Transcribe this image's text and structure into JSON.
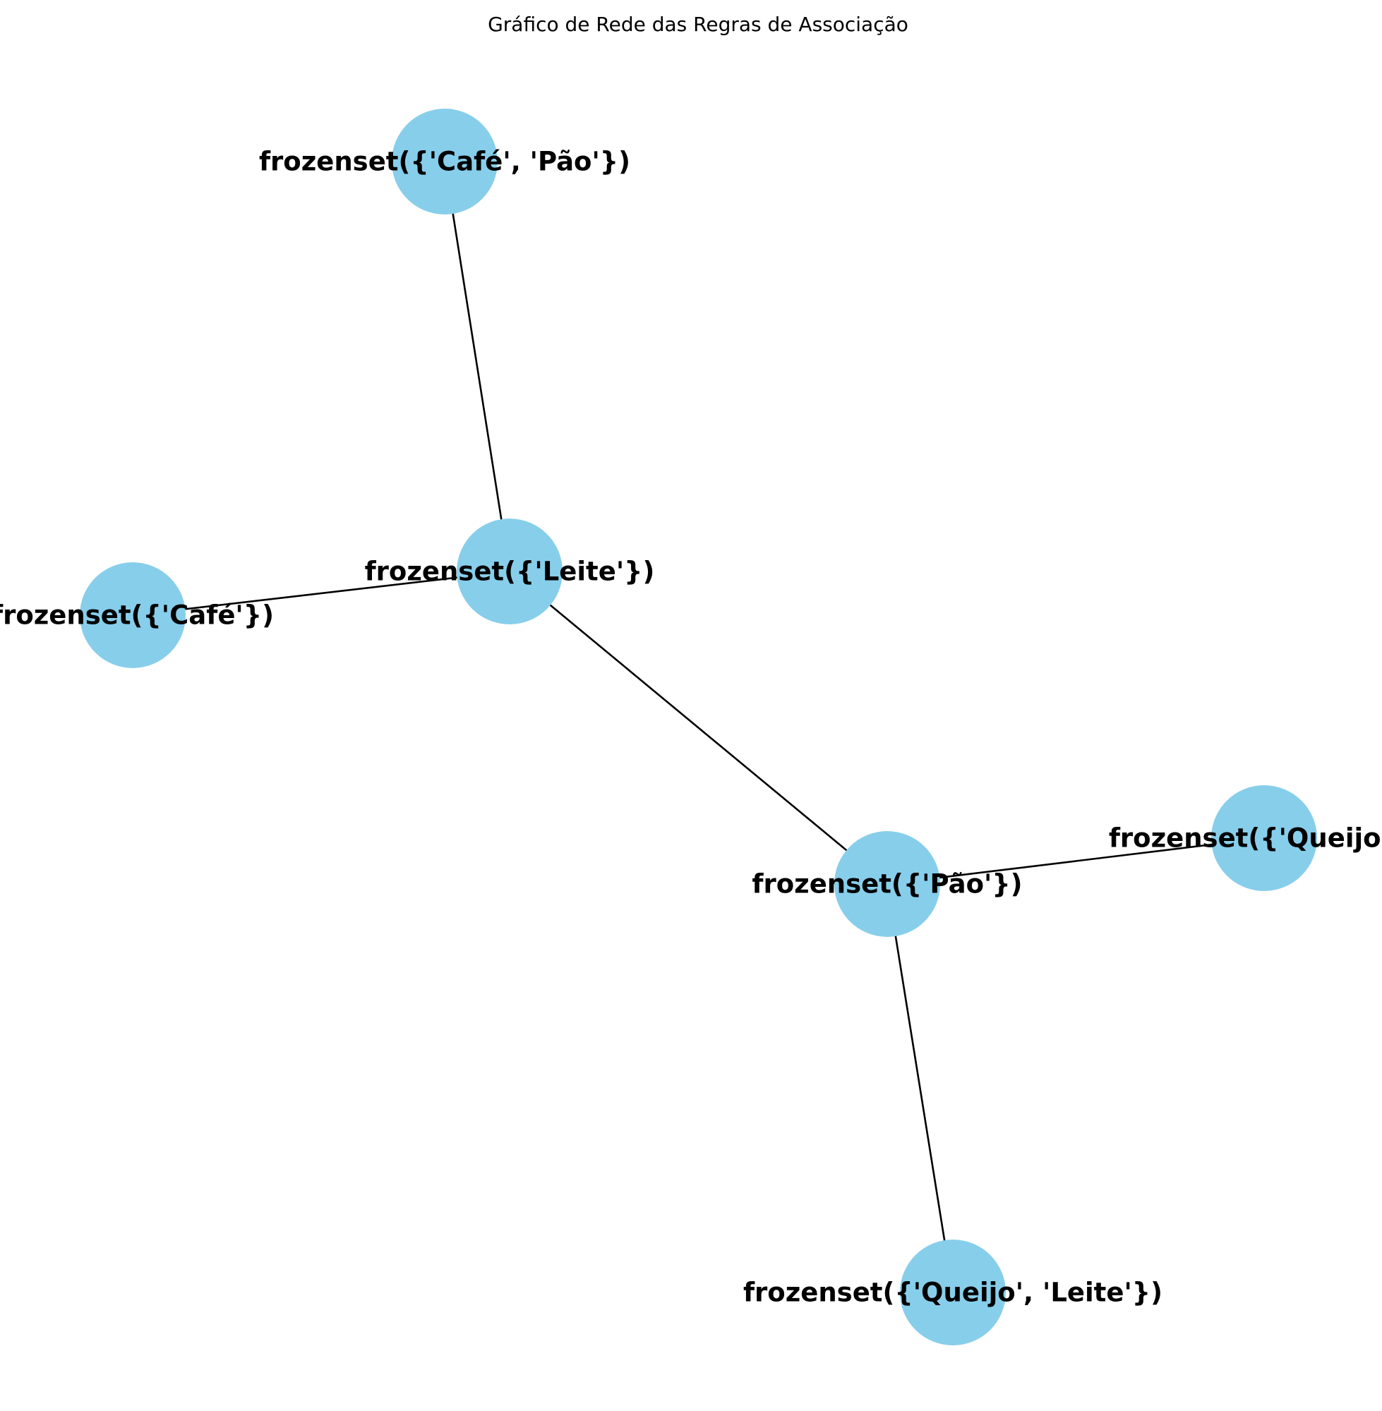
{
  "title": "Gráfico de Rede das Regras de Associação",
  "colors": {
    "node_fill": "#87CEEB",
    "edge_stroke": "#000000",
    "label_text": "#000000"
  },
  "graph": {
    "nodes": [
      {
        "id": "cafe-pao",
        "label": "frozenset({'Café', 'Pão'})"
      },
      {
        "id": "leite",
        "label": "frozenset({'Leite'})"
      },
      {
        "id": "cafe",
        "label": "frozenset({'Café'})"
      },
      {
        "id": "pao",
        "label": "frozenset({'Pão'})"
      },
      {
        "id": "queijo",
        "label": "frozenset({'Queijo'})"
      },
      {
        "id": "queijo-leite",
        "label": "frozenset({'Queijo', 'Leite'})"
      }
    ],
    "edges": [
      {
        "source": "cafe-pao",
        "target": "leite"
      },
      {
        "source": "cafe",
        "target": "leite"
      },
      {
        "source": "leite",
        "target": "pao"
      },
      {
        "source": "pao",
        "target": "queijo"
      },
      {
        "source": "pao",
        "target": "queijo-leite"
      }
    ]
  }
}
